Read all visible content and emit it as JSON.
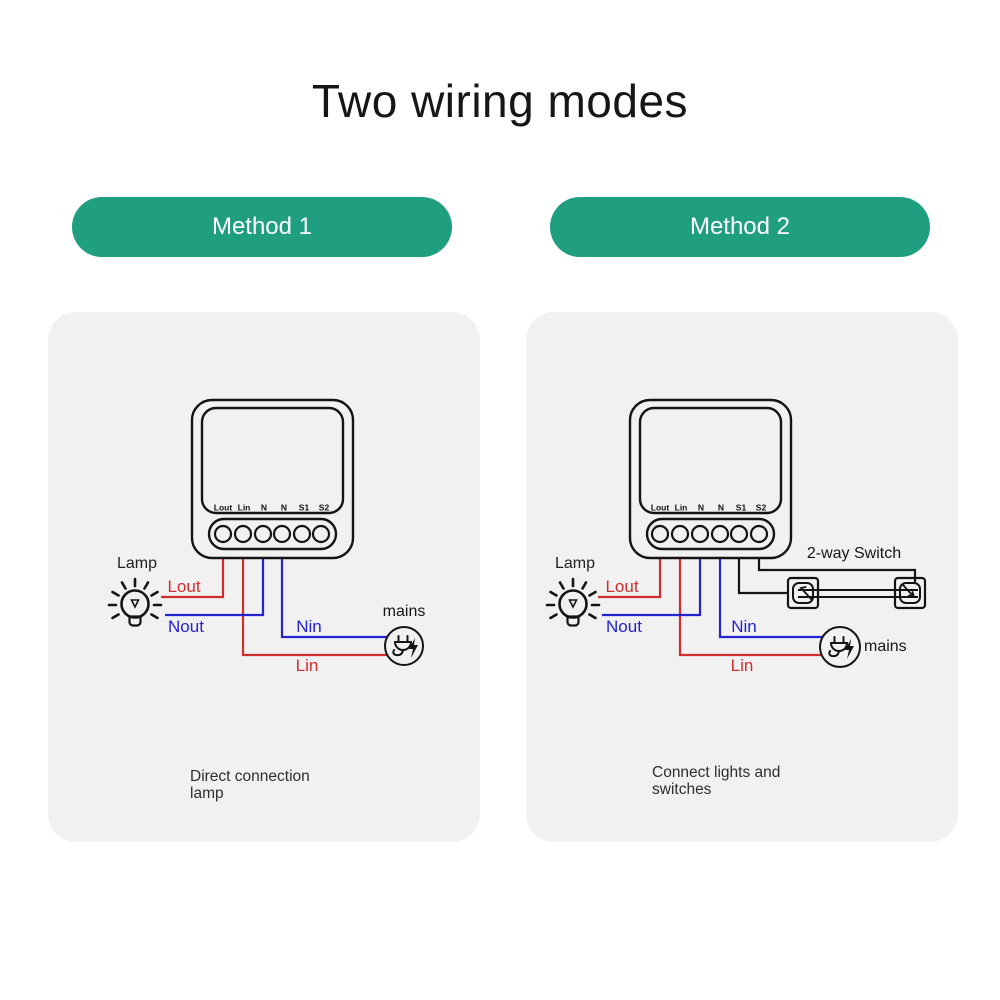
{
  "page": {
    "title": "Two wiring modes"
  },
  "colors": {
    "accent_teal": "#1f9e80",
    "card_background": "#f1f1f2",
    "wire_red": "#d22d2d",
    "wire_blue": "#2323cf",
    "line_black": "#141414"
  },
  "methods": [
    {
      "label": "Method 1",
      "caption": [
        "Direct connection",
        "lamp"
      ]
    },
    {
      "label": "Method 2",
      "caption": [
        "Connect lights and",
        "switches"
      ]
    }
  ],
  "labels": {
    "terminals": [
      "Lout",
      "Lin",
      "N",
      "N",
      "S1",
      "S2"
    ],
    "lamp": "Lamp",
    "mains": "mains",
    "lout": "Lout",
    "nout": "Nout",
    "nin": "Nin",
    "lin": "Lin",
    "two_way_switch": "2-way Switch"
  }
}
